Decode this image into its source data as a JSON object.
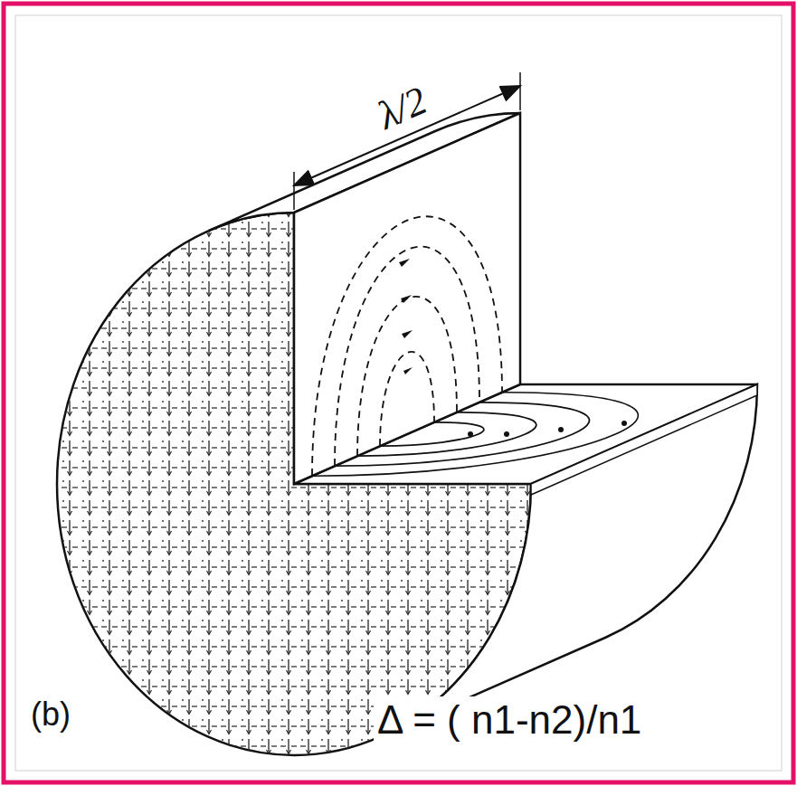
{
  "diagram": {
    "labels": [
      "λ/2",
      "(b)",
      "Δ = ( n1-n2)/n1"
    ]
  }
}
